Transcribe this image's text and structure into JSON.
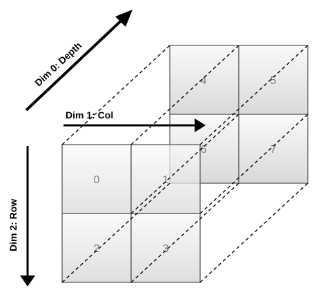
{
  "axes": {
    "depth": "Dim 0: Depth",
    "col": "Dim 1: Col",
    "row": "Dim 2: Row"
  },
  "cells": {
    "c0": "0",
    "c1": "1",
    "c2": "2",
    "c3": "3",
    "c4": "4",
    "c5": "5",
    "c6": "6",
    "c7": "7"
  },
  "colors": {
    "cell_fill_top": "#fafafa",
    "cell_fill_bottom": "#d9d9d9",
    "edge": "#6e6e6e",
    "dashed": "#000000",
    "cell_text": "#7a7a7a",
    "arrow": "#000000"
  }
}
